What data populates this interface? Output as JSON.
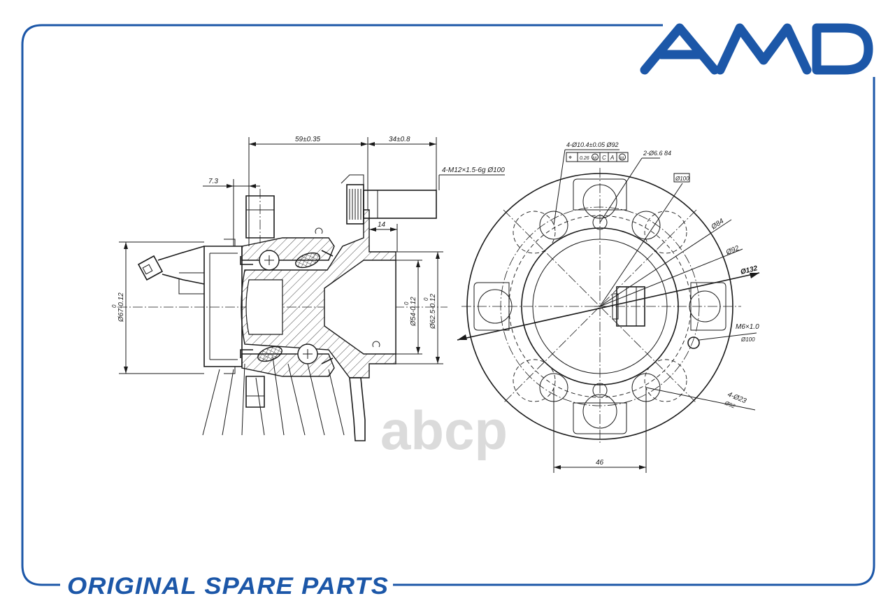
{
  "brand": {
    "logo_text": "AMD",
    "tagline": "ORIGINAL SPARE PARTS",
    "color": "#1c57a8"
  },
  "watermark": "abcp",
  "side_view": {
    "dim_flange_offset": "59±0.35",
    "dim_stud_length": "34±0.8",
    "dim_left_offset": "7.3",
    "dim_stud_spec": "4-M12×1.5-6g  Ø100",
    "dim_hub_step": "14",
    "dim_bore_left": "Ø67-0.12",
    "dim_bore_left_sup": "0",
    "dim_bore_mid": "Ø54-0.12",
    "dim_bore_mid_sup": "0",
    "dim_bore_right": "Ø62.5-0.12",
    "dim_bore_right_sup": "0"
  },
  "front_view": {
    "dim_holes": "4-Ø10.4±0.05  Ø92",
    "tolerance_frame": [
      "⌖",
      "0.26",
      "M",
      "C",
      "A",
      "M"
    ],
    "dim_small_holes": "2-Ø6.6  84",
    "dim_boxed": "Ø100",
    "dim_pcd_84": "Ø84",
    "dim_pcd_92": "Ø92",
    "dim_outer": "Ø132",
    "dim_thread": "M6×1.0",
    "dim_thread_pcd": "Ø100",
    "dim_bosses": "4-Ø23",
    "dim_bosses_pcd": "Ø92",
    "dim_spacing": "46"
  }
}
